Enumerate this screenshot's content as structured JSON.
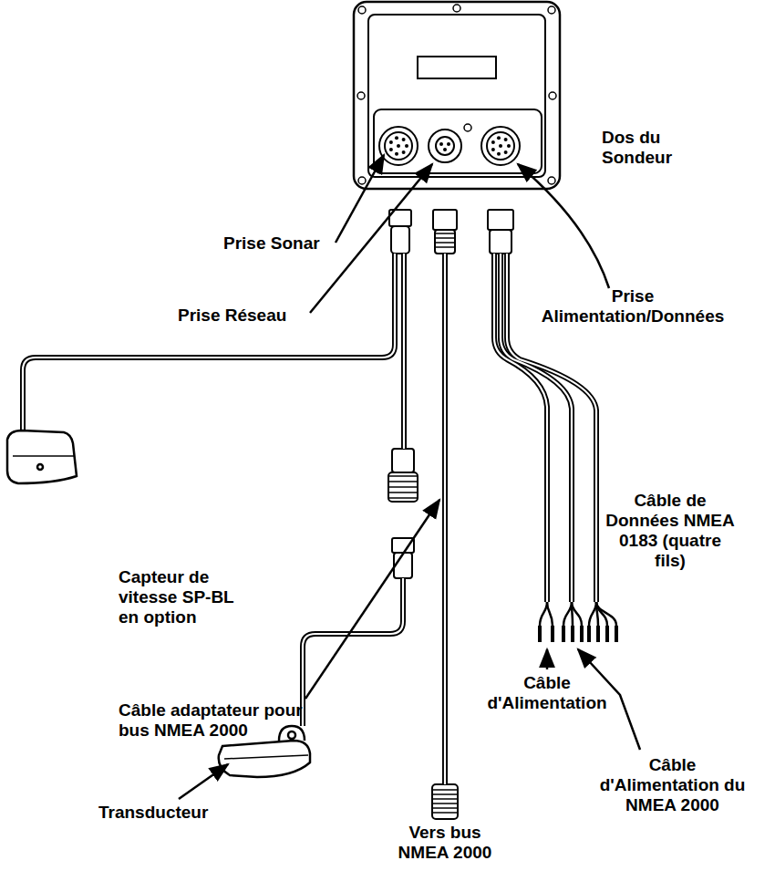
{
  "diagram": {
    "labels": [
      "Dos du Sondeur",
      "Prise Sonar",
      "Prise Réseau",
      "Prise Alimentation/Données",
      "Capteur de vitesse SP-BL en option",
      "Câble de Données NMEA 0183 (quatre fils)",
      "Câble adaptateur pour bus NMEA 2000",
      "Câble d'Alimentation",
      "Câble d'Alimentation du NMEA 2000",
      "Transducteur",
      "Vers bus NMEA 2000"
    ]
  }
}
